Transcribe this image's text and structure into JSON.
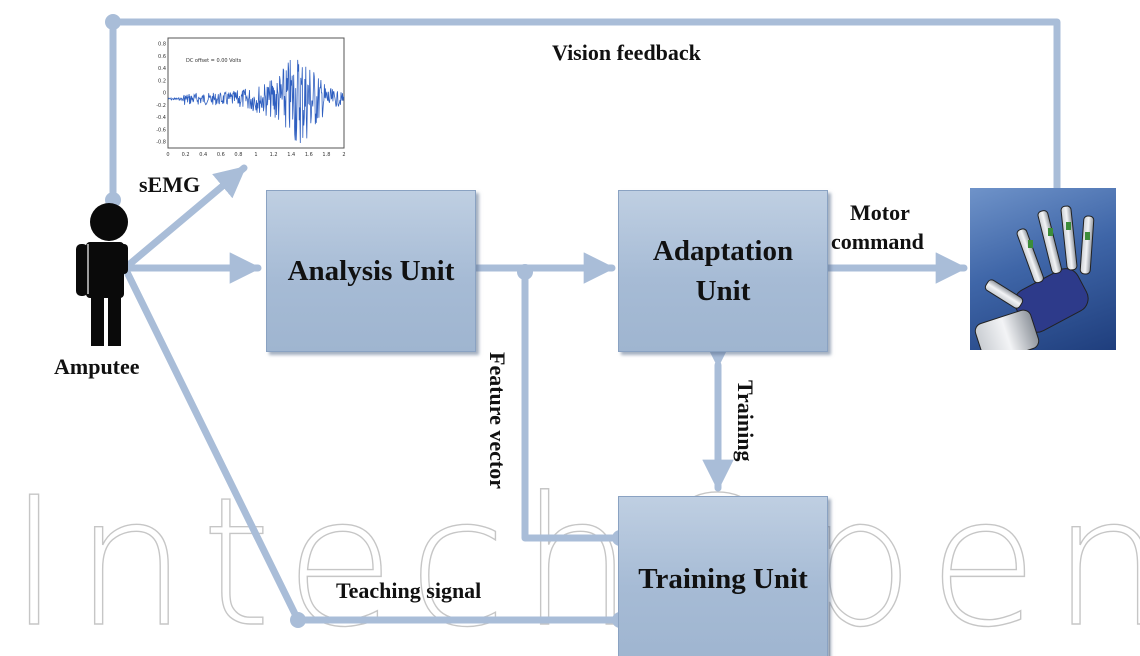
{
  "diagram": {
    "boxes": {
      "analysis": "Analysis Unit",
      "adaptation_line1": "Adaptation",
      "adaptation_line2": "Unit",
      "training": "Training Unit"
    },
    "labels": {
      "vision_feedback": "Vision feedback",
      "semg": "sEMG",
      "amputee": "Amputee",
      "motor_line1": "Motor",
      "motor_line2": "command",
      "feature_vector": "Feature vector",
      "training": "Training",
      "teaching_signal": "Teaching signal"
    },
    "emg_plot": {
      "inset_text": "DC offset = 0.00 Volts",
      "y_ticks": [
        "0.8",
        "0.6",
        "0.4",
        "0.2",
        "0",
        "-0.2",
        "-0.4",
        "-0.6",
        "-0.8"
      ],
      "x_ticks": [
        "0",
        "0.2",
        "0.4",
        "0.6",
        "0.8",
        "1",
        "1.2",
        "1.4",
        "1.6",
        "1.8",
        "2"
      ]
    },
    "watermark": "IntechOpen",
    "colors": {
      "connector": "#a9bdd8",
      "box_fill": "#a9bed8",
      "person": "#0a0a0a"
    },
    "icons": [
      "person-icon",
      "robotic-hand-photo",
      "emg-signal-plot"
    ]
  }
}
